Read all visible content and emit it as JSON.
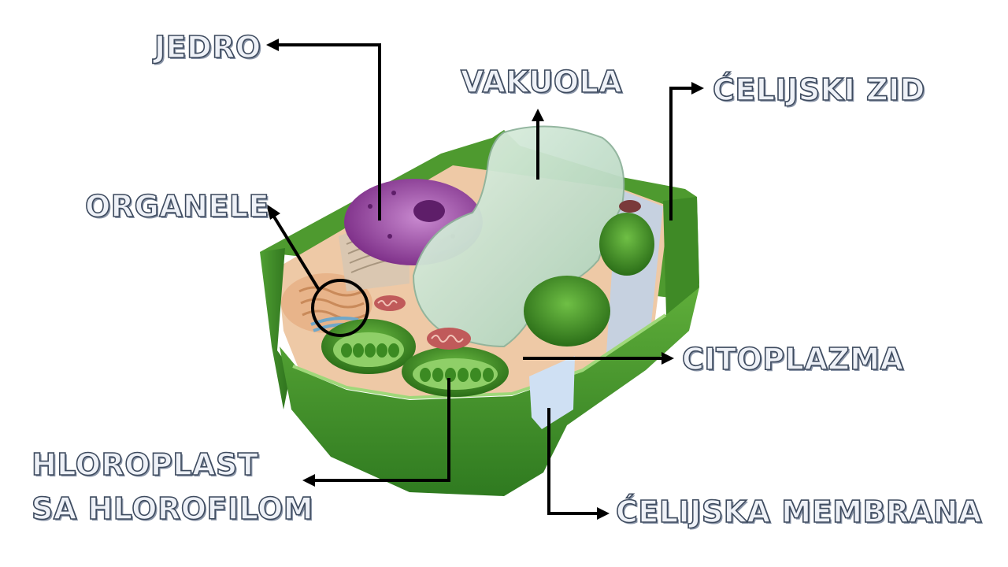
{
  "labels": {
    "jedro": "JEDRO",
    "vakuola": "VAKUOLA",
    "celijski_zid": "ĆELIJSKI ZID",
    "organele": "ORGANELE",
    "citoplazma": "CITOPLAZMA",
    "hloroplast_line1": "HLOROPLAST",
    "hloroplast_line2": "SA HLOROFILOM",
    "celijska_membrana": "ĆELIJSKA MEMBRANA"
  },
  "colors": {
    "cell_wall": "#3f8f2a",
    "cell_wall_light": "#7cc24a",
    "cytoplasm": "#eec9a6",
    "nucleus": "#a04aa8",
    "vacuole": "#bfe0c8",
    "chloroplast": "#3c8a24",
    "mitochondrion": "#c05a5a",
    "membrane_gap": "#bcd3ef",
    "arrow": "#000000",
    "label_fill": "#eef1f7",
    "label_stroke": "#3d4a5e"
  }
}
